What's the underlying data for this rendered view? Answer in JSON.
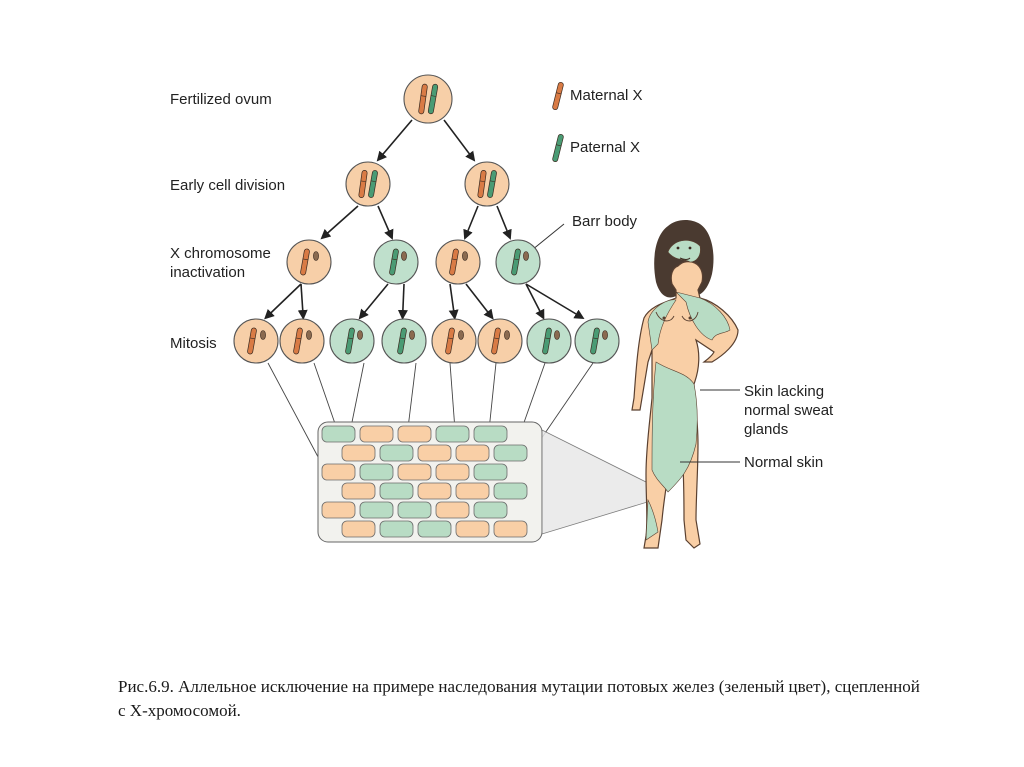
{
  "rows": {
    "fertilized": "Fertilized ovum",
    "early": "Early cell division",
    "inactivation": "X chromosome\ninactivation",
    "mitosis": "Mitosis"
  },
  "legend": {
    "maternal": "Maternal X",
    "paternal": "Paternal X"
  },
  "annotations": {
    "barr_body": "Barr body",
    "skin_lacking": "Skin lacking\nnormal sweat\nglands",
    "normal_skin": "Normal skin"
  },
  "caption": "Рис.6.9. Аллельное исключение на примере наследования мутации потовых желез (зеленый цвет), сцепленной с Х-хромосомой.",
  "colors": {
    "maternal_fill": "#f7cfa8",
    "paternal_fill": "#bfe0cc",
    "maternal_chromosome": "#d97b45",
    "paternal_chromosome": "#4a9b74",
    "skin": "#f9cfa6",
    "lacking_skin": "#b8dcc4"
  }
}
